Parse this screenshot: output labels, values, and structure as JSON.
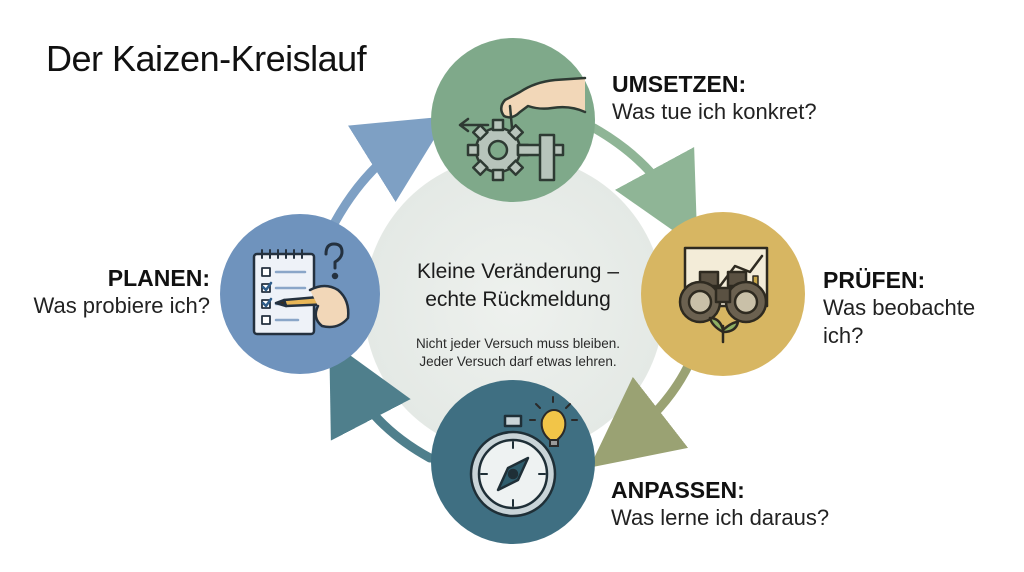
{
  "title": "Der Kaizen-Kreislauf",
  "center": {
    "main_line1": "Kleine Veränderung –",
    "main_line2": "echte Rückmeldung",
    "sub_line1": "Nicht jeder Versuch muss bleiben.",
    "sub_line2": "Jeder Versuch darf etwas lehren."
  },
  "steps": {
    "umsetzen": {
      "head": "UMSETZEN:",
      "question": "Was tue ich konkret?",
      "color": "#7fa98a",
      "icon": "hand-gear-icon"
    },
    "pruefen": {
      "head": "PRÜFEN:",
      "question_line1": "Was beobachte",
      "question_line2": "ich?",
      "color": "#d7b662",
      "icon": "binoculars-icon"
    },
    "anpassen": {
      "head": "ANPASSEN:",
      "question": "Was lerne ich daraus?",
      "color": "#3f6f82",
      "icon": "compass-icon"
    },
    "planen": {
      "head": "PLANEN:",
      "question": "Was probiere ich?",
      "color": "#6f93bd",
      "icon": "checklist-icon"
    }
  }
}
